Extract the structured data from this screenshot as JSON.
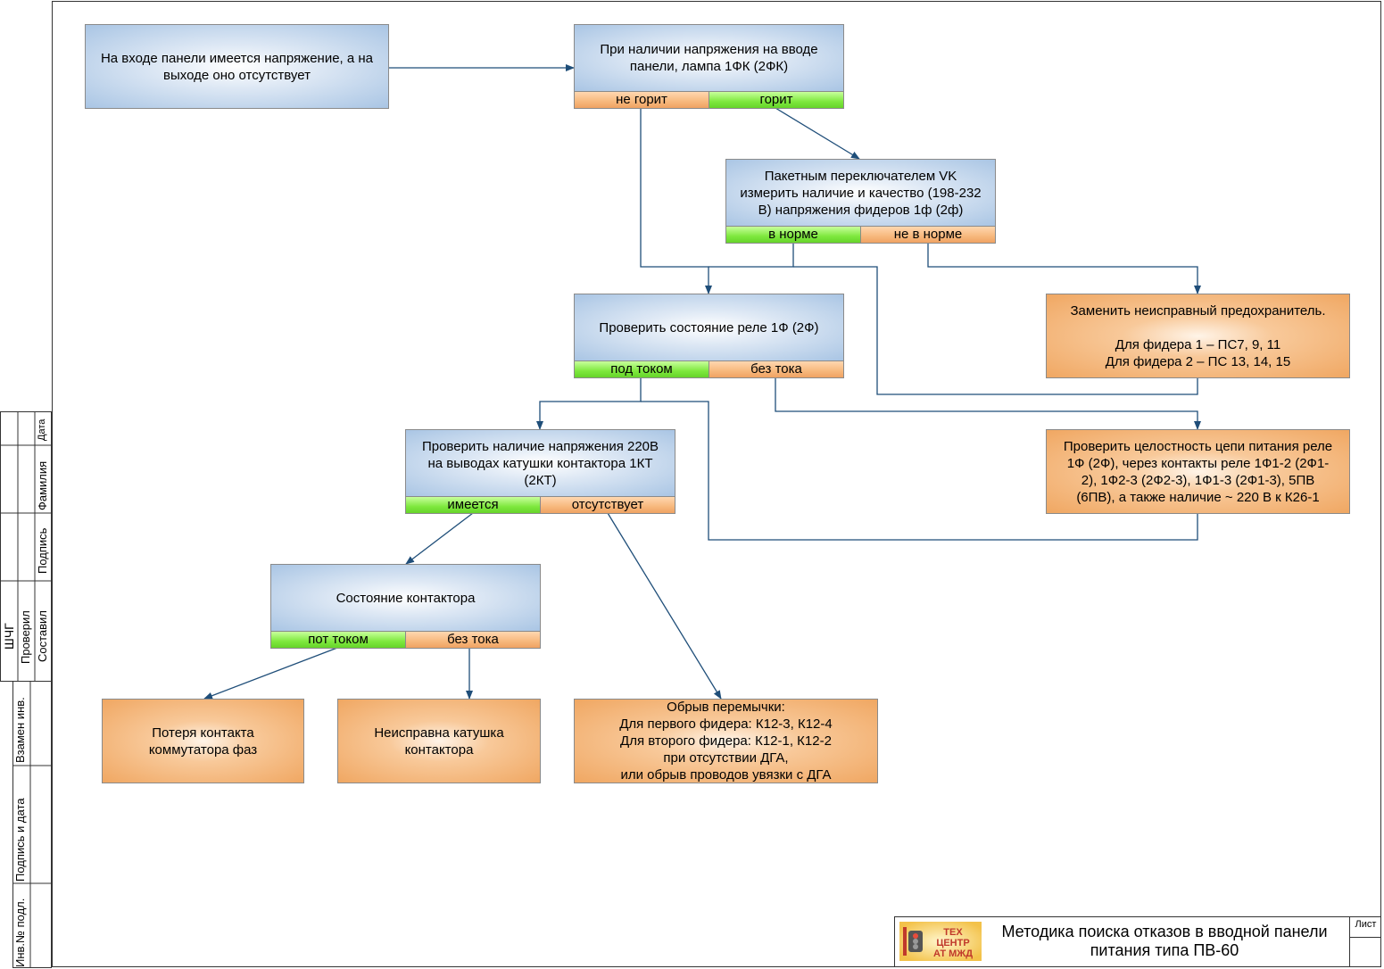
{
  "nodes": {
    "n1": "На входе панели имеется напряжение, а на\nвыходе оно отсутствует",
    "n2": "При наличии напряжения на вводе\nпанели, лампа 1ФК (2ФК)",
    "n3": "Пакетным переключателем VK\nизмерить наличие и качество (198-232\nВ) напряжения фидеров 1ф (2ф)",
    "n4": "Проверить состояние реле 1Ф (2Ф)",
    "n5": "Заменить неисправный предохранитель.\n\nДля фидера 1 – ПС7, 9, 11\nДля фидера 2 – ПС 13, 14, 15",
    "n6": "Проверить целостность цепи питания реле\n1Ф (2Ф), через контакты реле 1Ф1-2 (2Ф1-\n2), 1Ф2-3 (2Ф2-3), 1Ф1-3 (2Ф1-3), 5ПВ\n(6ПВ), а также наличие ~ 220 В к К26-1",
    "n7": "Проверить наличие напряжения 220В\nна выводах катушки контактора 1КТ\n(2КТ)",
    "n8": "Состояние контактора",
    "n9": "Потеря контакта\nкоммутатора фаз",
    "n10": "Неисправна катушка\nконтактора",
    "n11": "Обрыв перемычки:\nДля первого фидера: К12-3, К12-4\nДля второго фидера: К12-1, К12-2\nпри отсутствии ДГА,\nили обрыв проводов увязки с ДГА"
  },
  "tabs": {
    "n2_left": "не горит",
    "n2_right": "горит",
    "n3_left": "в норме",
    "n3_right": "не в норме",
    "n4_left": "под током",
    "n4_right": "без тока",
    "n7_left": "имеется",
    "n7_right": "отсутствует",
    "n8_left": "пот током",
    "n8_right": "без тока"
  },
  "stamp": {
    "date": "Дата",
    "surname": "Фамилия",
    "signature": "Подпись",
    "compiled": "Составил",
    "checked": "Проверил",
    "org": "ШЧГ",
    "replace_inv": "Взамен инв.",
    "sign_date": "Подпись и дата",
    "inv_no": "Инв.№ подл."
  },
  "title_block": {
    "title": "Методика поиска отказов в вводной панели\nпитания типа ПВ-60",
    "sheet_label": "Лист",
    "logo_line1": "ТЕХ",
    "logo_line2": "ЦЕНТР",
    "logo_line3": "АТ МЖД"
  },
  "colors": {
    "connector": "#1f4e79",
    "blue_node": "#a9c5e4",
    "orange_node": "#f0a762",
    "green_tab": "#7ee83e",
    "orange_tab": "#f7b87d"
  }
}
